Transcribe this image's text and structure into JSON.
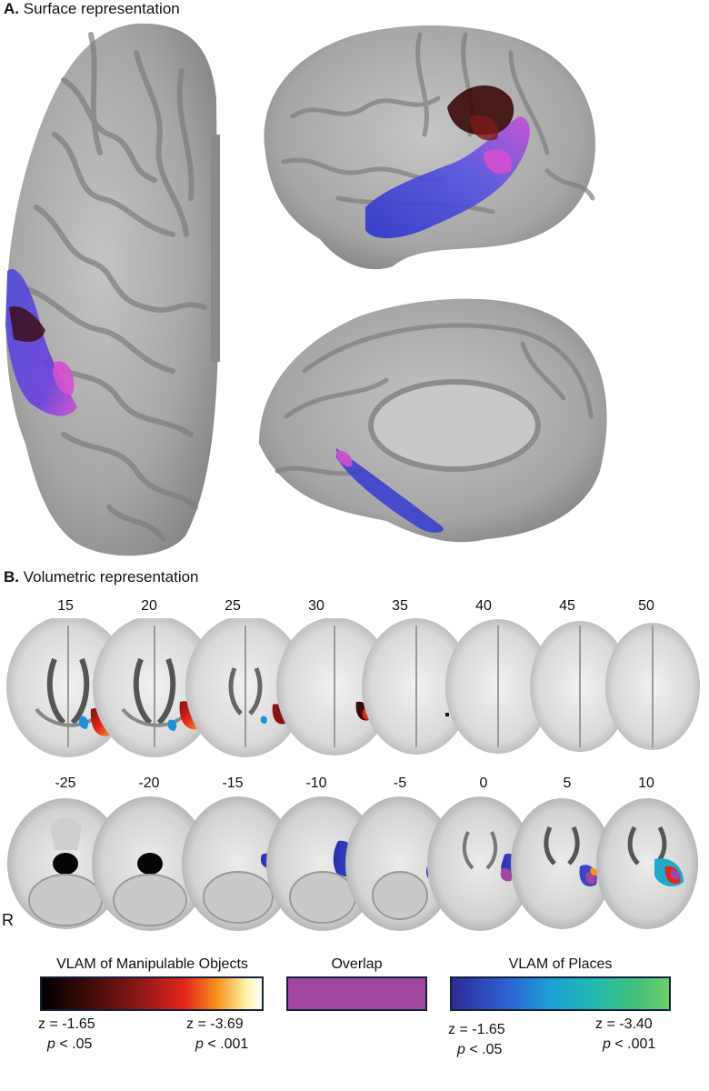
{
  "panel_a": {
    "label": "A.",
    "title": "Surface representation"
  },
  "panel_b": {
    "label": "B.",
    "title": "Volumetric representation",
    "row1_slices": [
      "15",
      "20",
      "25",
      "30",
      "35",
      "40",
      "45",
      "50"
    ],
    "row2_slices": [
      "-25",
      "-20",
      "-15",
      "-10",
      "-5",
      "0",
      "5",
      "10"
    ],
    "orientation_label": "R"
  },
  "legend": {
    "objects": {
      "title": "VLAM of Manipulable Objects",
      "z_min": "z = -1.65",
      "z_max": "z = -3.69",
      "p_min_prefix": "p",
      "p_min_value": " < .05",
      "p_max_prefix": "p",
      "p_max_value": " < .001"
    },
    "overlap": {
      "title": "Overlap",
      "color": "#a1479f"
    },
    "places": {
      "title": "VLAM of Places",
      "z_min": "z = -1.65",
      "z_max": "z = -3.40",
      "p_min_prefix": "p",
      "p_min_value": " < .05",
      "p_max_prefix": "p",
      "p_max_value": " < .001"
    }
  },
  "colors": {
    "objects_scale": [
      "#000000",
      "#4a0c0c",
      "#9b1a1a",
      "#e5261c",
      "#f7941d",
      "#fff3a8",
      "#ffffff"
    ],
    "places_scale": [
      "#2b2b96",
      "#2f5fd0",
      "#1e9fd8",
      "#20b9b0",
      "#44c07a",
      "#6fce6a"
    ],
    "overlap": "#a1479f",
    "brain_surface": "#a3a3a3",
    "slice_bg": "#e6e6e6"
  }
}
